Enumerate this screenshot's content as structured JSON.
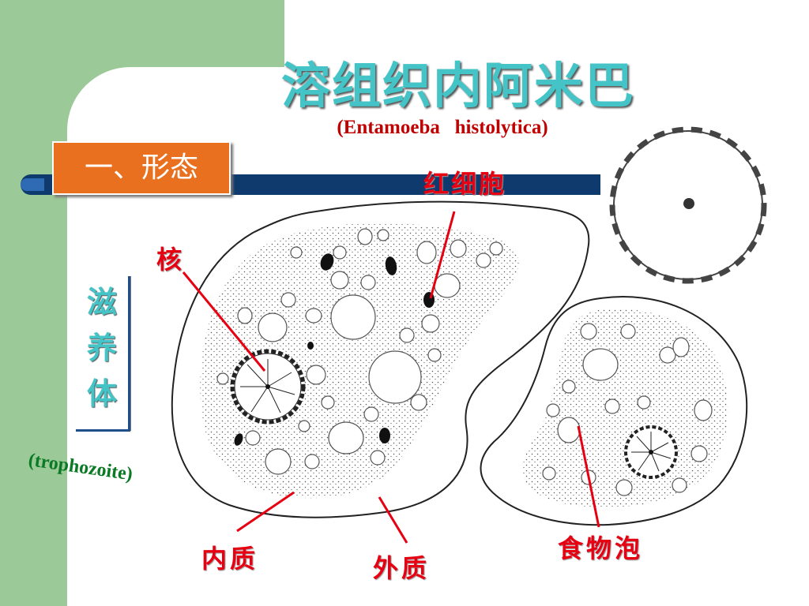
{
  "slide": {
    "title": "溶组织内阿米巴",
    "subtitle": "(Entamoeba   histolytica)",
    "section": "一、形态",
    "stage_chars": [
      "滋",
      "养",
      "体"
    ],
    "stage_en": "(trophozoite)"
  },
  "labels": {
    "rbc": "红细胞",
    "nucleus": "核",
    "endoplasm": "内质",
    "ectoplasm": "外质",
    "food_vacuole": "食物泡"
  },
  "colors": {
    "title": "#44c4c6",
    "label": "#e60012",
    "section_bg": "#e8701f",
    "bar": "#0e3a6d",
    "green": "#9cc998"
  }
}
